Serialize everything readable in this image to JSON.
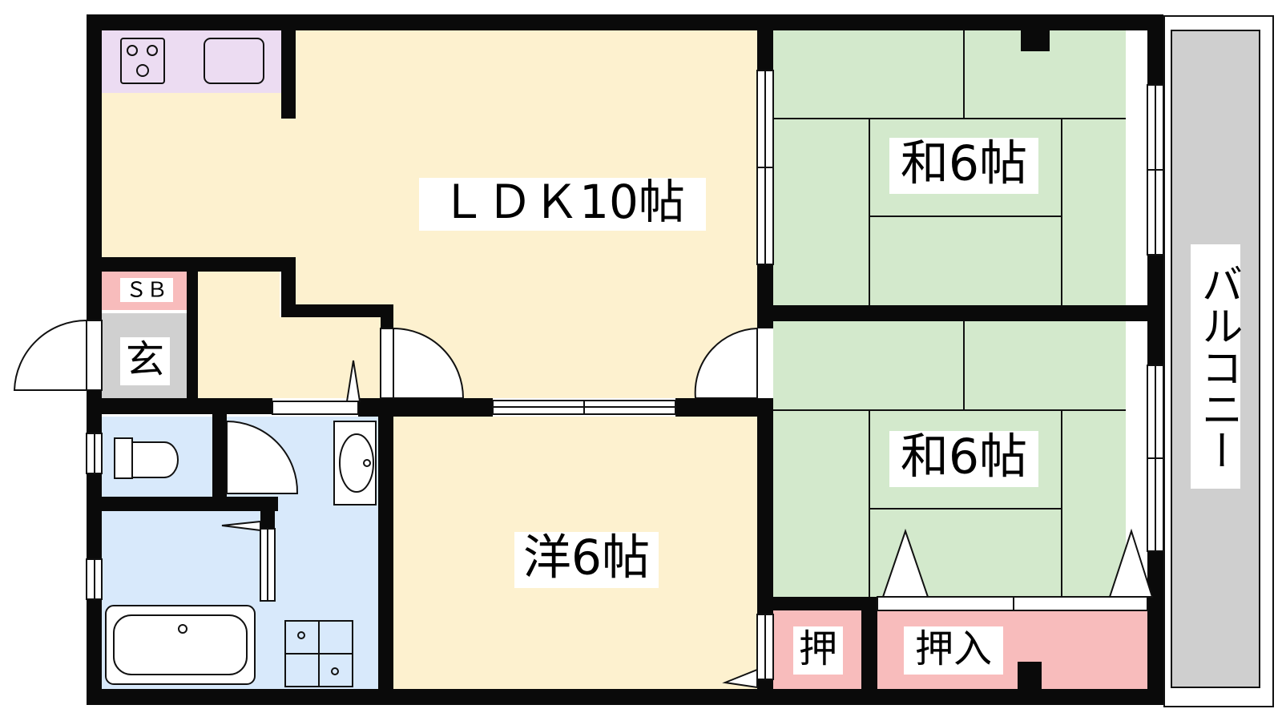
{
  "rooms": {
    "ldk": "ＬＤＫ10帖",
    "washitsu_upper": "和6帖",
    "washitsu_lower": "和6帖",
    "youshitsu": "洋6帖",
    "entrance": "玄",
    "shoe_box": "ＳＢ",
    "closet_small": "押",
    "closet_large": "押入",
    "balcony": "バルコニー"
  },
  "colors": {
    "wall": "#0a0a0a",
    "ldk": "#fdf1cf",
    "washitsu": "#d3e9cc",
    "youshitsu": "#fdf1cf",
    "kitchen": "#ecdcf2",
    "wet_area": "#d8e9fb",
    "entrance": "#d0d0d0",
    "shoe_box": "#f8bcbc",
    "closet": "#f8bcbc",
    "balcony": "#cfcfcf"
  },
  "icons": [
    "stove-icon",
    "sink-icon",
    "toilet-icon",
    "washbasin-icon",
    "bathtub-icon",
    "washing-machine-icon",
    "door-swing-icon",
    "window-icon"
  ]
}
